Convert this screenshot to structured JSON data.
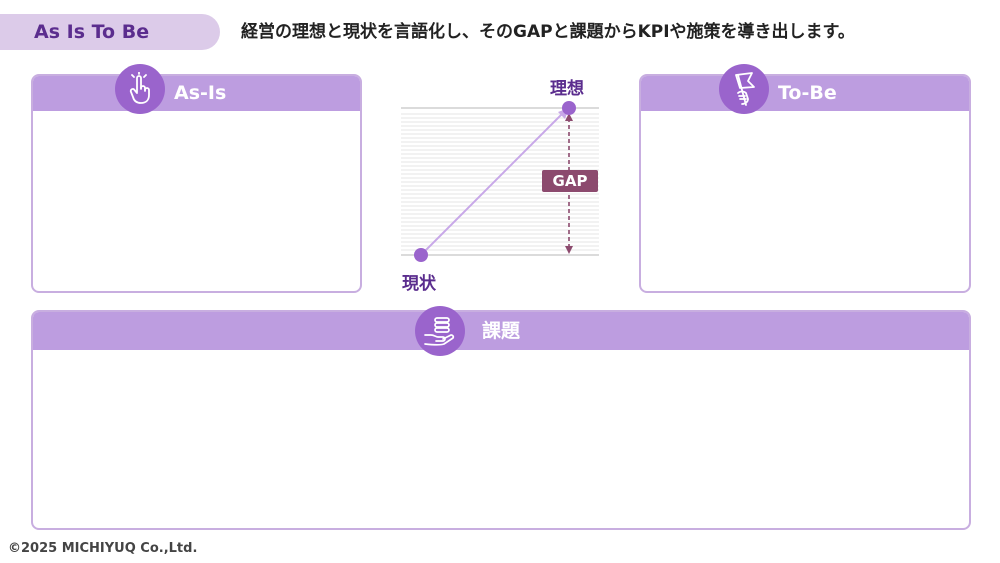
{
  "header": {
    "title": "As Is To Be",
    "subtitle": "経営の理想と現状を言語化し、そのGAPと課題からKPIや施策を導き出します。"
  },
  "as_is": {
    "title": "As-Is",
    "icon": "pointing-hand-icon"
  },
  "to_be": {
    "title": "To-Be",
    "icon": "flag-hand-icon"
  },
  "issues": {
    "title": "課題",
    "icon": "hand-holding-coins-icon"
  },
  "diagram": {
    "ideal_label": "理想",
    "current_label": "現状",
    "gap_label": "GAP"
  },
  "colors": {
    "accent": "#9a64cc",
    "header_bar": "#bd9de0",
    "title_tab": "#dccbe9",
    "title_text": "#5b2d8e",
    "gap_badge": "#8c4a6e"
  },
  "footer": {
    "copyright": "©2025 MICHIYUQ Co.,Ltd."
  }
}
